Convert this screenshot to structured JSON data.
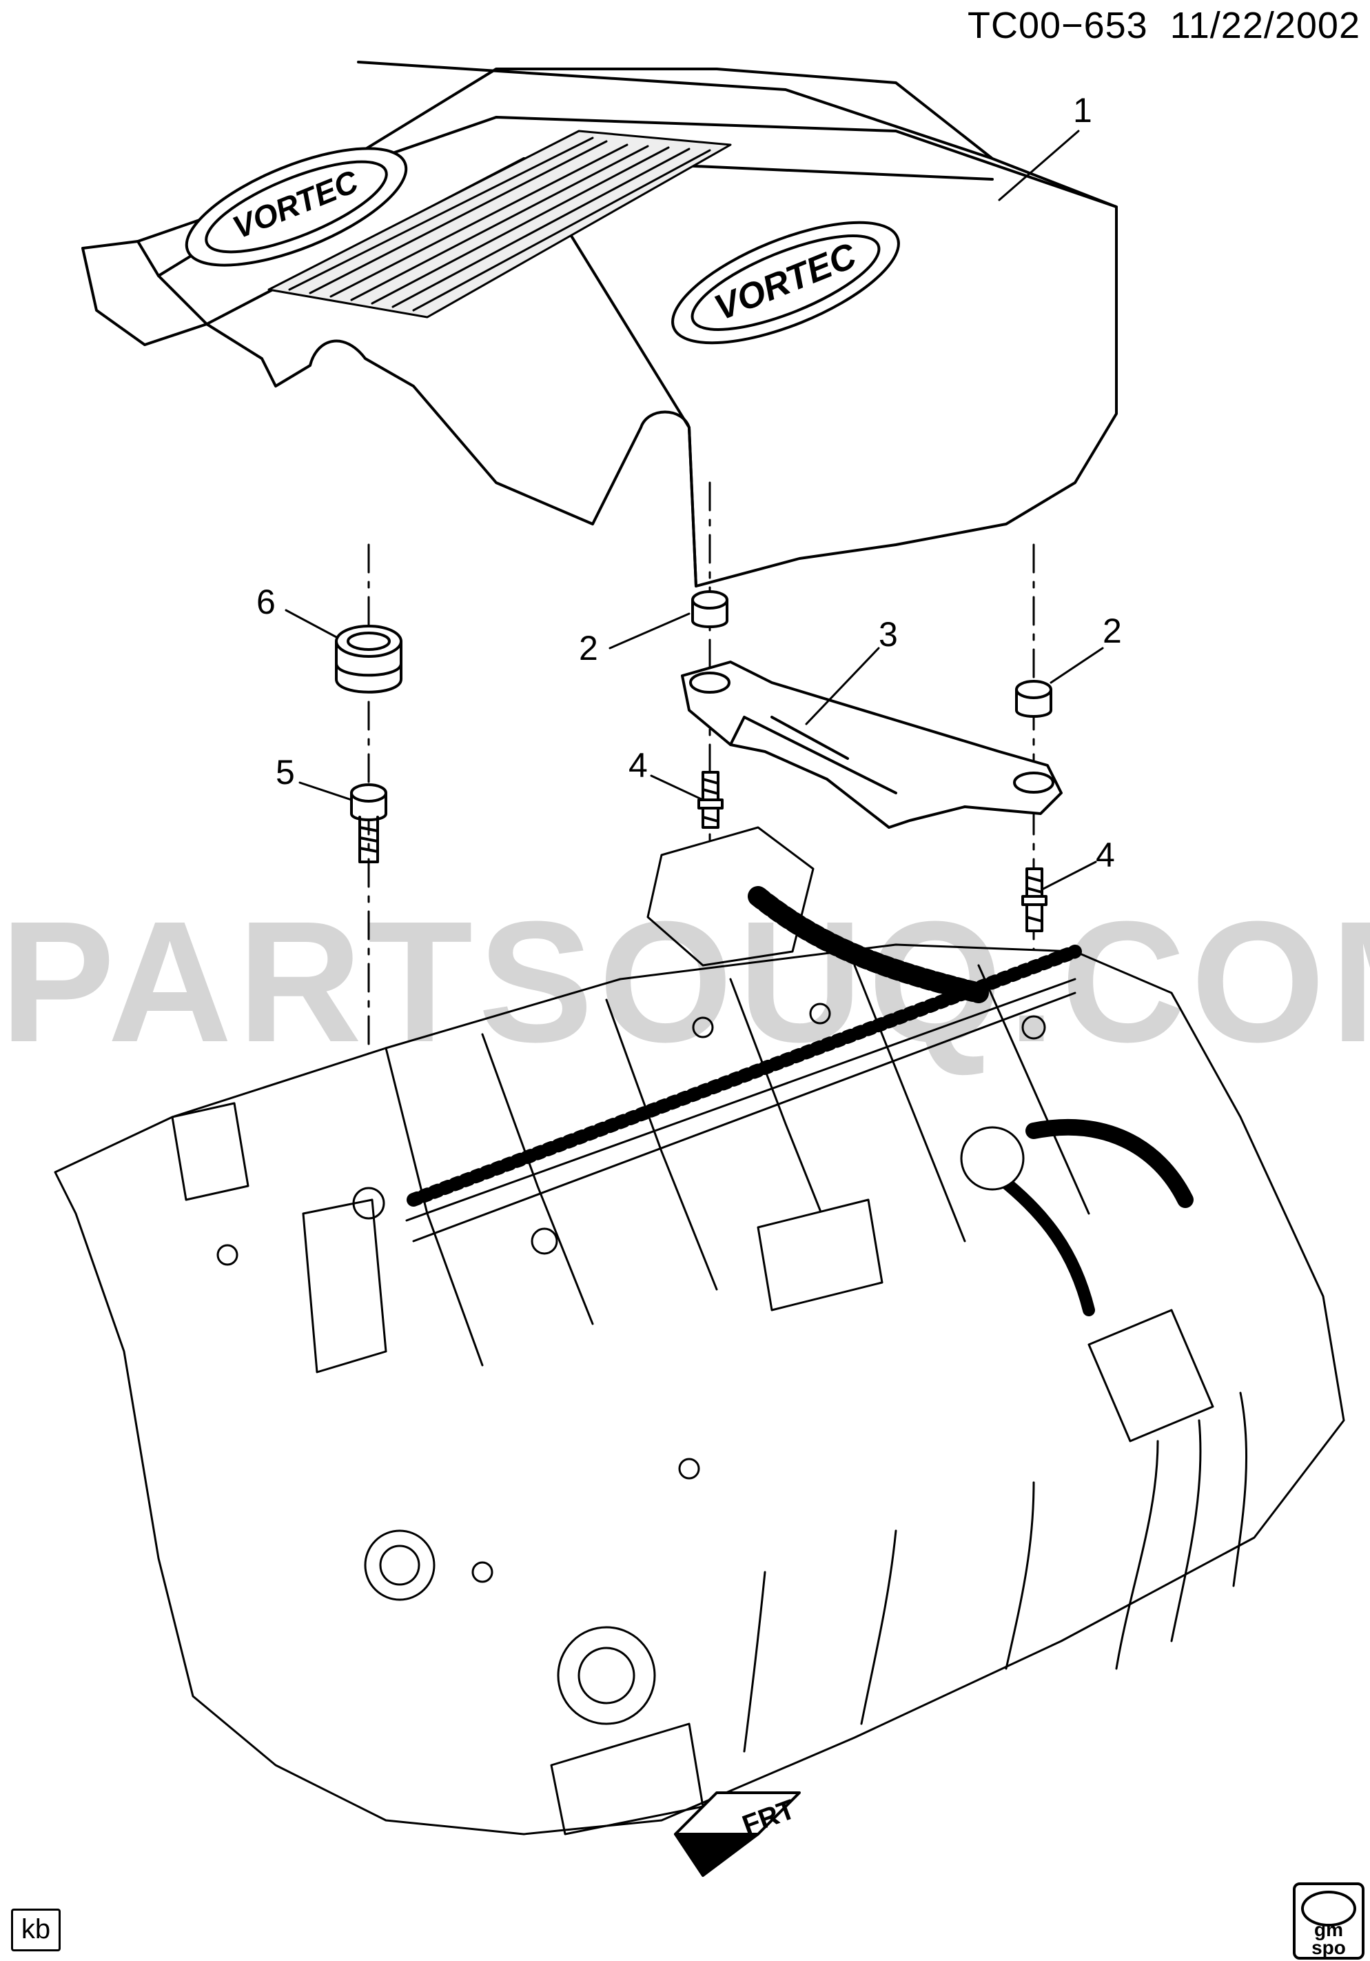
{
  "header": {
    "drawing_id": "TC00−653",
    "date": "11/22/2002"
  },
  "watermark": "PARTSOUQ.COM",
  "corner_tag": "kb",
  "logo": {
    "line1": "gm",
    "line2": "spo"
  },
  "emblem_text": "VORTEC",
  "direction_label": "FRT",
  "callouts": [
    {
      "number": "1",
      "part": "engine-cover"
    },
    {
      "number": "2",
      "part": "nut-left"
    },
    {
      "number": "2",
      "part": "nut-right"
    },
    {
      "number": "3",
      "part": "cover-bracket"
    },
    {
      "number": "4",
      "part": "stud-left"
    },
    {
      "number": "4",
      "part": "stud-right"
    },
    {
      "number": "5",
      "part": "bolt"
    },
    {
      "number": "6",
      "part": "grommet"
    }
  ]
}
